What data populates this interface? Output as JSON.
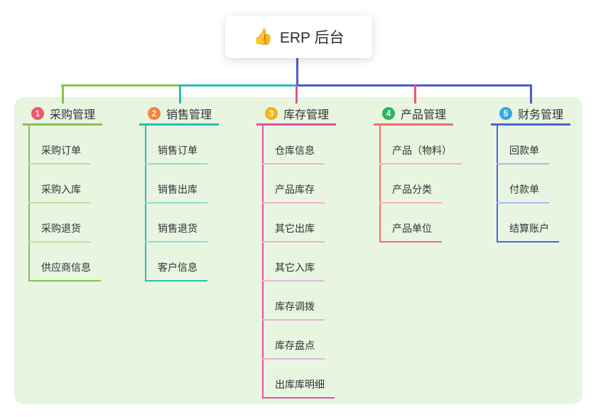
{
  "root": {
    "icon": "👍",
    "label": "ERP 后台"
  },
  "colors": {
    "root_line": "#4a5ad2",
    "panel_bg": "#e7f5e1",
    "text": "#333333"
  },
  "branches": [
    {
      "badge": "1",
      "label": "采购管理",
      "badge_color": "#f2566e",
      "line_color": "#87c24d",
      "tint_color": "#bedf9b",
      "children": [
        "采购订单",
        "采购入库",
        "采购退货",
        "供应商信息"
      ]
    },
    {
      "badge": "2",
      "label": "销售管理",
      "badge_color": "#f6823e",
      "line_color": "#28bdb4",
      "tint_color": "#8fdcd4",
      "children": [
        "销售订单",
        "销售出库",
        "销售退货",
        "客户信息"
      ]
    },
    {
      "badge": "3",
      "label": "库存管理",
      "badge_color": "#f7b217",
      "line_color": "#e2539e",
      "tint_color": "#f2afd3",
      "children": [
        "仓库信息",
        "产品库存",
        "其它出库",
        "其它入库",
        "库存调拨",
        "库存盘点",
        "出库库明细"
      ]
    },
    {
      "badge": "4",
      "label": "产品管理",
      "badge_color": "#2db55d",
      "line_color": "#f56c6c",
      "tint_color": "#f8b7b4",
      "drop_color": "#f2566e",
      "children": [
        "产品（物料）",
        "产品分类",
        "产品单位"
      ]
    },
    {
      "badge": "5",
      "label": "财务管理",
      "badge_color": "#36a7e0",
      "line_color": "#4a66d6",
      "tint_color": "#aab9ec",
      "drop_color": "#4a5ad2",
      "children": [
        "回款单",
        "付款单",
        "结算账户"
      ]
    }
  ]
}
